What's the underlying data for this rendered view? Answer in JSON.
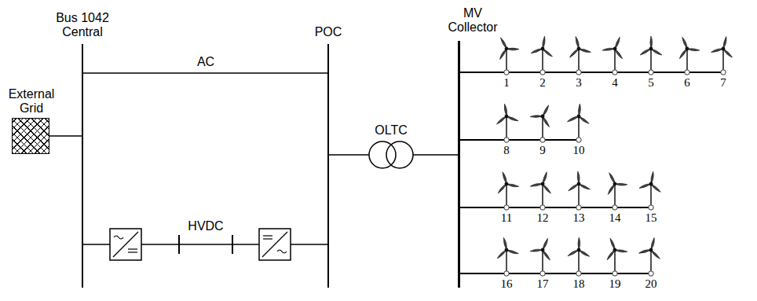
{
  "diagram": {
    "nodes": [
      {
        "text": [
          "Bus 1042 Central"
        ]
      },
      {
        "text": [
          "POC"
        ]
      },
      {
        "text": [
          "MV Collector"
        ]
      },
      {
        "text": [
          "External Grid"
        ]
      }
    ],
    "edges": [
      {
        "from": 3,
        "to": 0,
        "arrow": "none"
      },
      {
        "from": 0,
        "to": 1,
        "label": "AC",
        "arrow": "none"
      },
      {
        "from": 0,
        "to": 1,
        "label": "HVDC",
        "arrow": "none"
      },
      {
        "from": 1,
        "to": 2,
        "label": "OLTC",
        "arrow": "none"
      }
    ],
    "labels": [
      "1",
      "2",
      "3",
      "4",
      "5",
      "6",
      "7",
      "8",
      "9",
      "10",
      "11",
      "12",
      "13",
      "14",
      "15",
      "16",
      "17",
      "18",
      "19",
      "20"
    ]
  }
}
